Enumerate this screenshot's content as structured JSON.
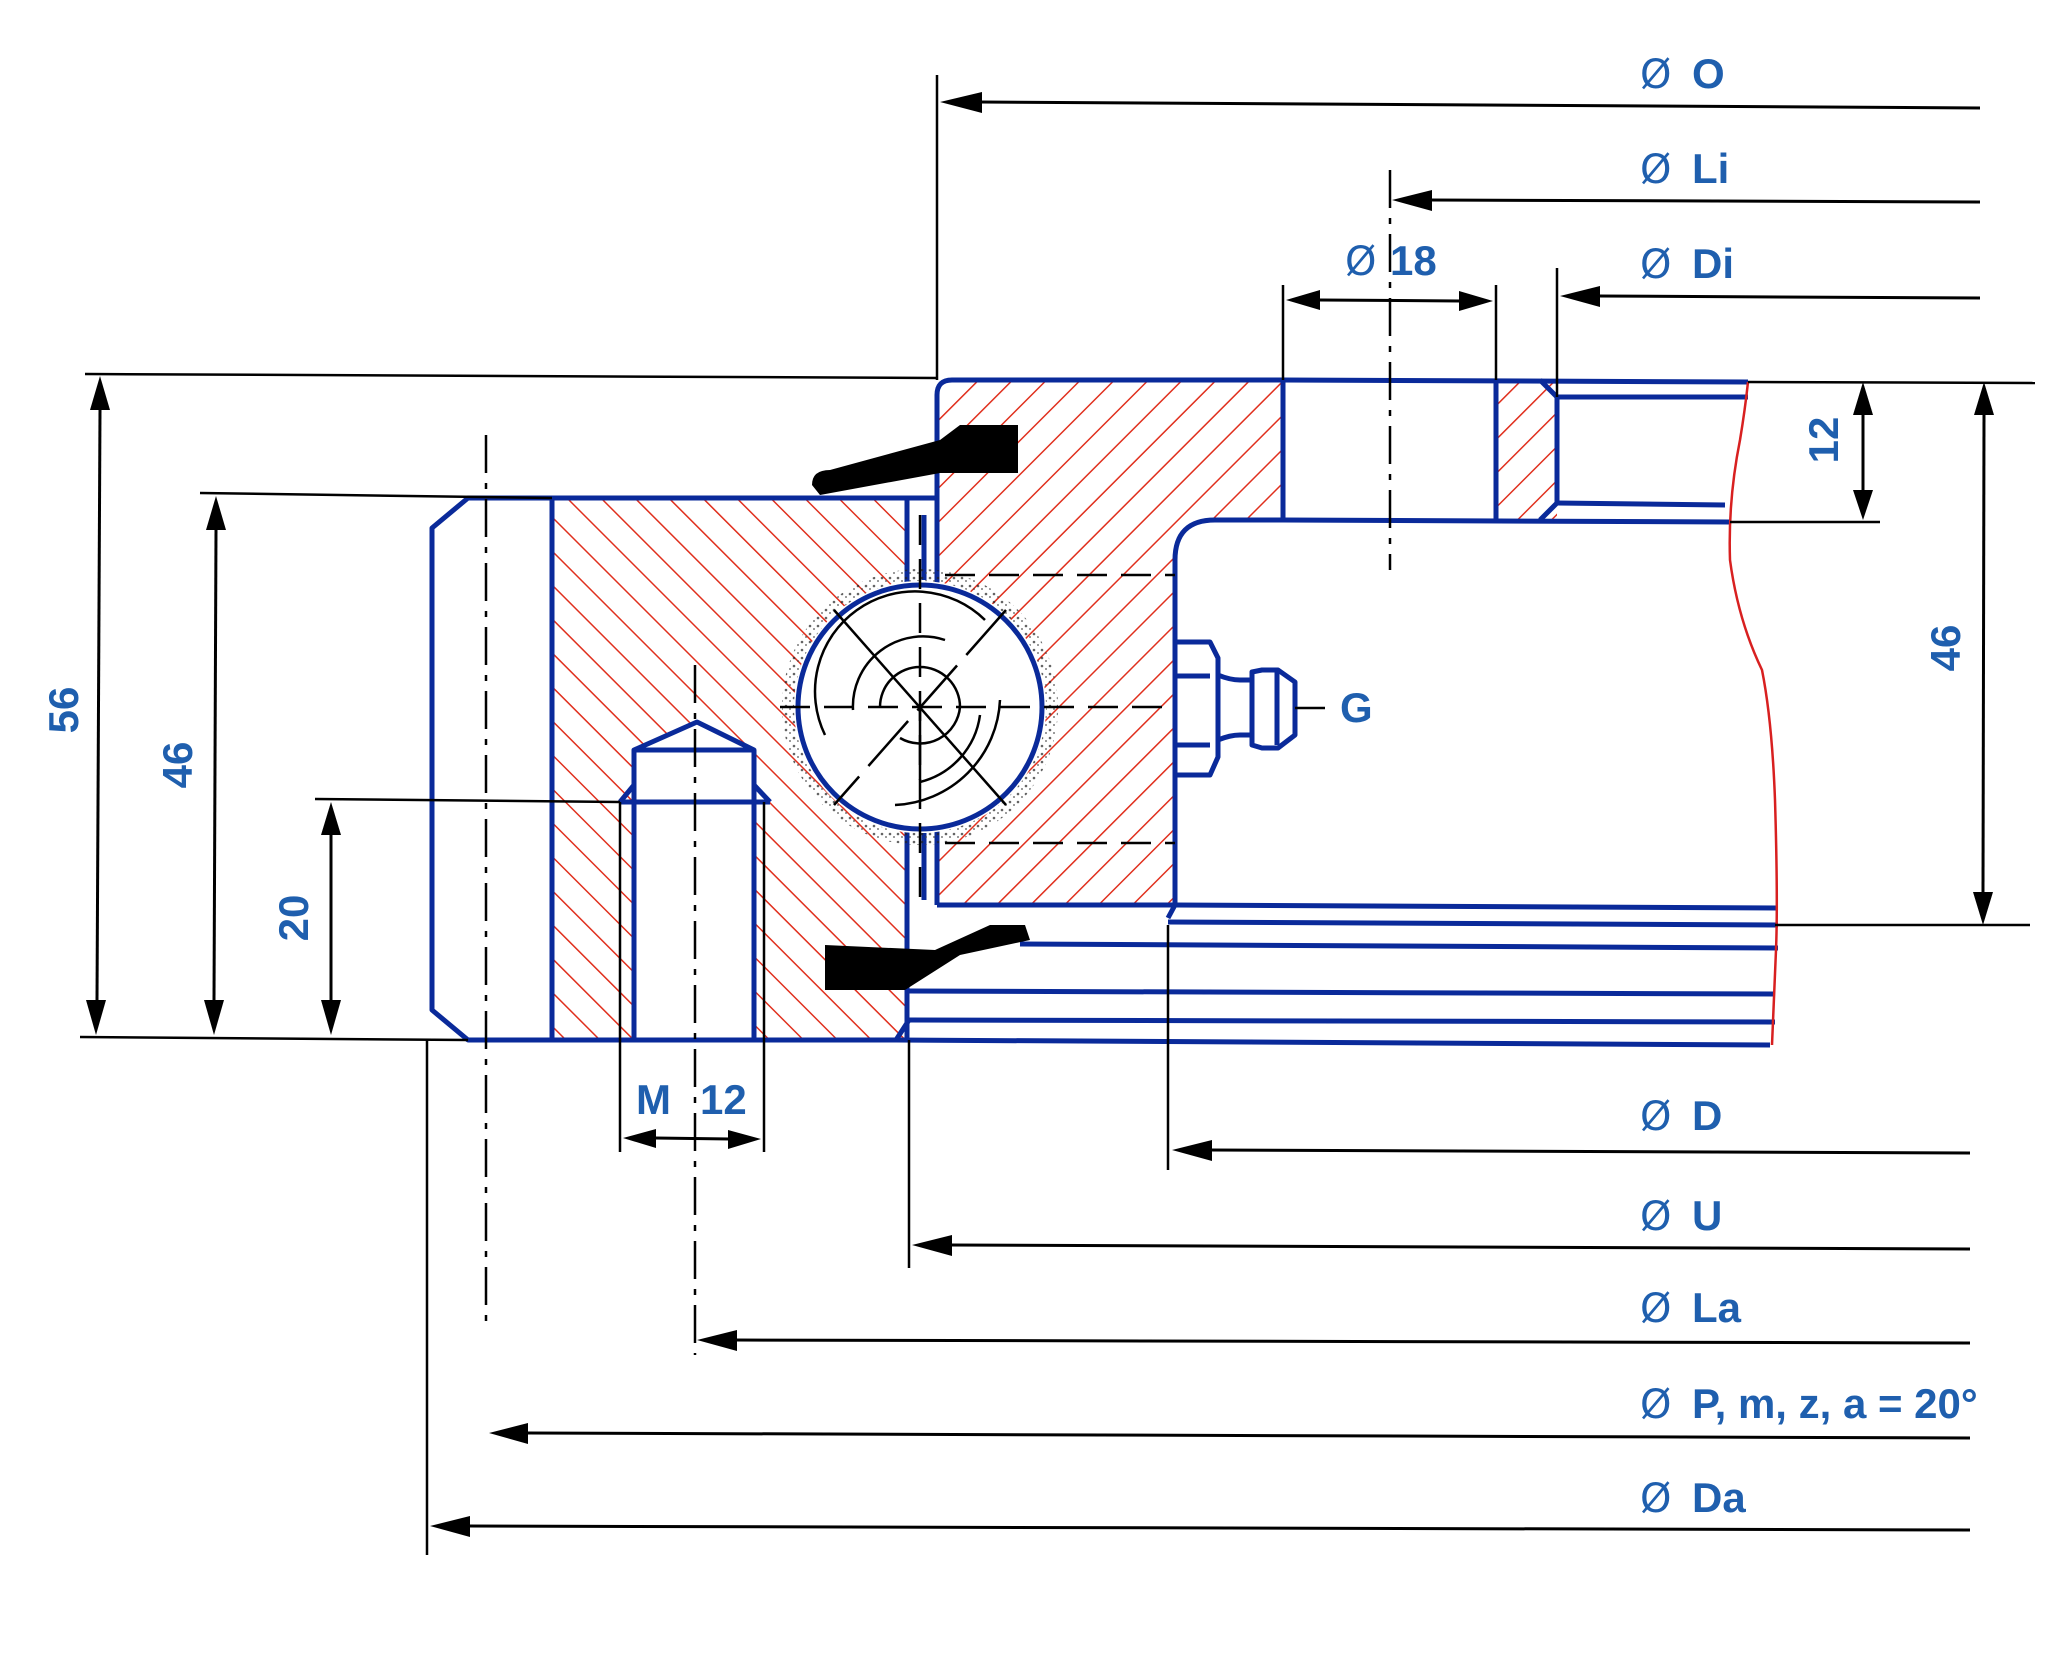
{
  "drawing": {
    "title": "Slewing bearing cross-section",
    "colors": {
      "outline": "#0a2a9a",
      "hatch": "#e0301e",
      "label": "#1f5fae",
      "dimension": "#000000"
    },
    "diameter_symbol": "Ø",
    "diameter_labels": {
      "O": "O",
      "Li": "Li",
      "Di": "Di",
      "D": "D",
      "U": "U",
      "La": "La",
      "P": "P, m, z, a = 20°",
      "Da": "Da"
    },
    "hole_label": "18",
    "thread_label_m": "M",
    "thread_label_size": "12",
    "grease_nipple_label": "G",
    "left_dims": {
      "total_height": "56",
      "outer_ring_height": "46",
      "thread_depth": "20"
    },
    "right_dims": {
      "flange_height": "12",
      "inner_ring_height": "46"
    }
  }
}
